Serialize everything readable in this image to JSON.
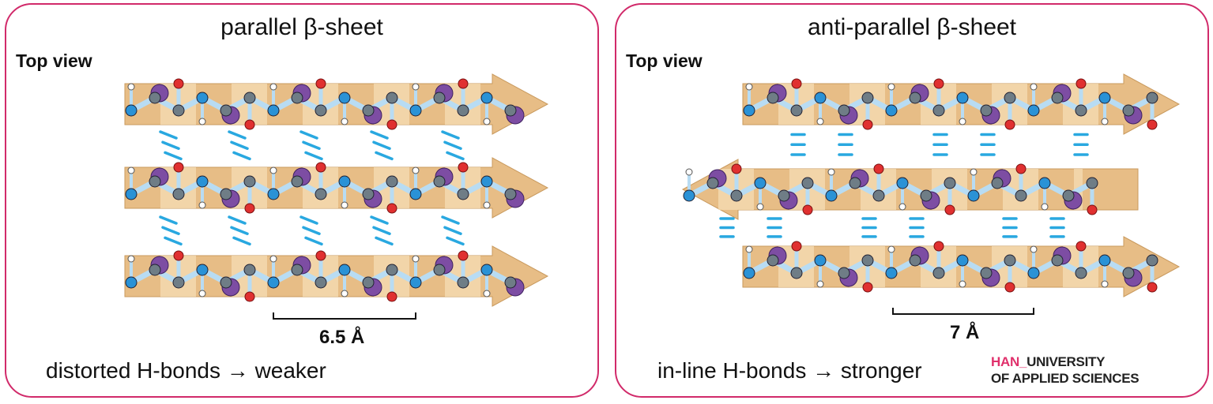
{
  "left": {
    "title": "parallel β-sheet",
    "top_view": "Top view",
    "distance": "6.5 Å",
    "caption": "distorted H-bonds → weaker",
    "strand_directions": [
      "right",
      "right",
      "right"
    ]
  },
  "right": {
    "title": "anti-parallel β-sheet",
    "top_view": "Top view",
    "distance": "7 Å",
    "caption": "in-line H-bonds → stronger",
    "strand_directions": [
      "right",
      "left",
      "right"
    ]
  },
  "logo": {
    "han": "HAN_",
    "line1": "UNIVERSITY",
    "line2": "OF APPLIED SCIENCES"
  },
  "colors": {
    "border": "#d12a6a",
    "sheet": "#e7bd86",
    "sheet_light": "#f5deb4",
    "carbon": "#6f7d86",
    "nitrogen": "#2a92d6",
    "oxygen": "#e03030",
    "side_chain": "#7d4da3",
    "hydrogen": "#ffffff",
    "hbond": "#29a8e0"
  }
}
